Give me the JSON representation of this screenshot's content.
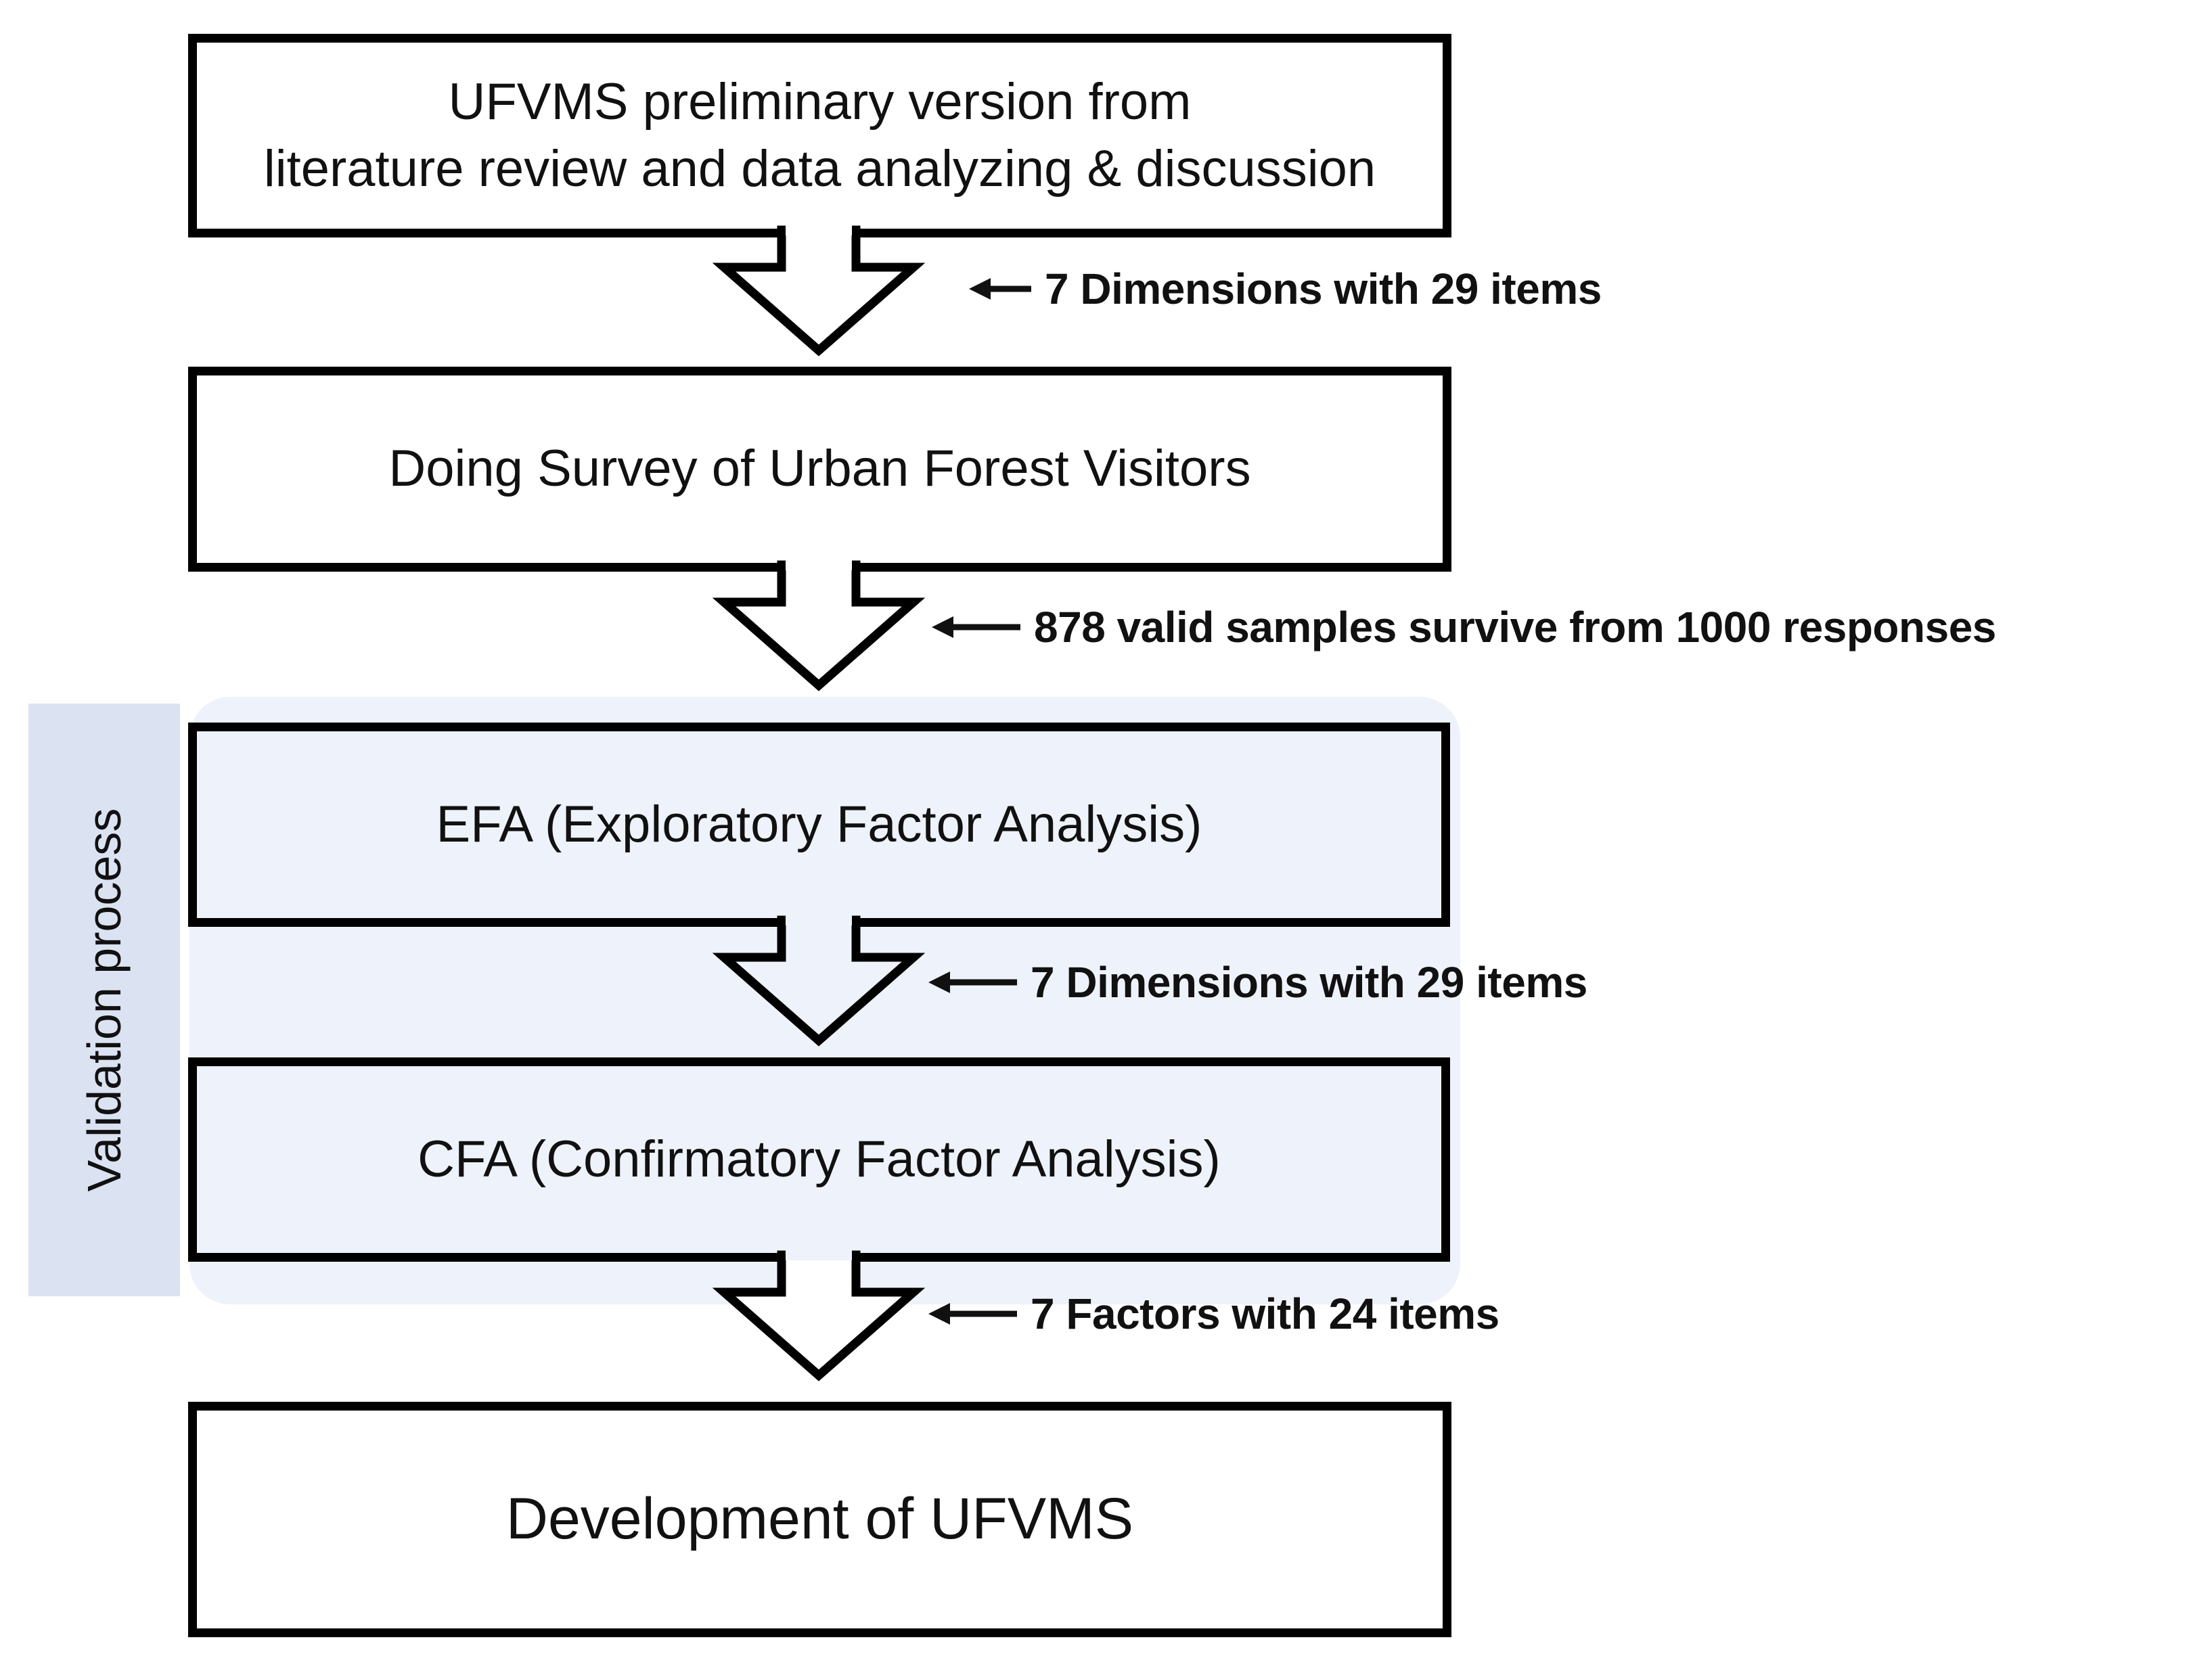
{
  "diagram": {
    "title": "UFVMS development flowchart",
    "colors": {
      "box_border": "#000000",
      "box_fill": "#ffffff",
      "tinted_box_fill": "#eef2fa",
      "validation_panel_fill": "#dbe2f2",
      "validation_backdrop_fill": "#eef2fa",
      "text": "#111111"
    },
    "side_panel": {
      "label": "Validation process"
    },
    "nodes": [
      {
        "id": "node-ufvms-preliminary",
        "line1": "UFVMS preliminary version from",
        "line2": "literature review and data analyzing & discussion",
        "tinted": false
      },
      {
        "id": "node-survey",
        "line1": "Doing Survey of Urban Forest Visitors",
        "line2": "",
        "tinted": false
      },
      {
        "id": "node-efa",
        "line1": "EFA (Exploratory Factor Analysis)",
        "line2": "",
        "tinted": true
      },
      {
        "id": "node-cfa",
        "line1": "CFA (Confirmatory Factor Analysis)",
        "line2": "",
        "tinted": true
      },
      {
        "id": "node-development",
        "line1": "Development of UFVMS",
        "line2": "",
        "tinted": false
      }
    ],
    "connectors": [
      {
        "id": "connector-1",
        "annotation": "7 Dimensions with 29 items",
        "arrow_icon": "left-arrow-icon"
      },
      {
        "id": "connector-2",
        "annotation": "878 valid samples survive from 1000 responses",
        "arrow_icon": "left-arrow-icon"
      },
      {
        "id": "connector-3",
        "annotation": "7 Dimensions with 29 items",
        "arrow_icon": "left-arrow-icon"
      },
      {
        "id": "connector-4",
        "annotation": "7 Factors with 24 items",
        "arrow_icon": "left-arrow-icon"
      }
    ]
  }
}
